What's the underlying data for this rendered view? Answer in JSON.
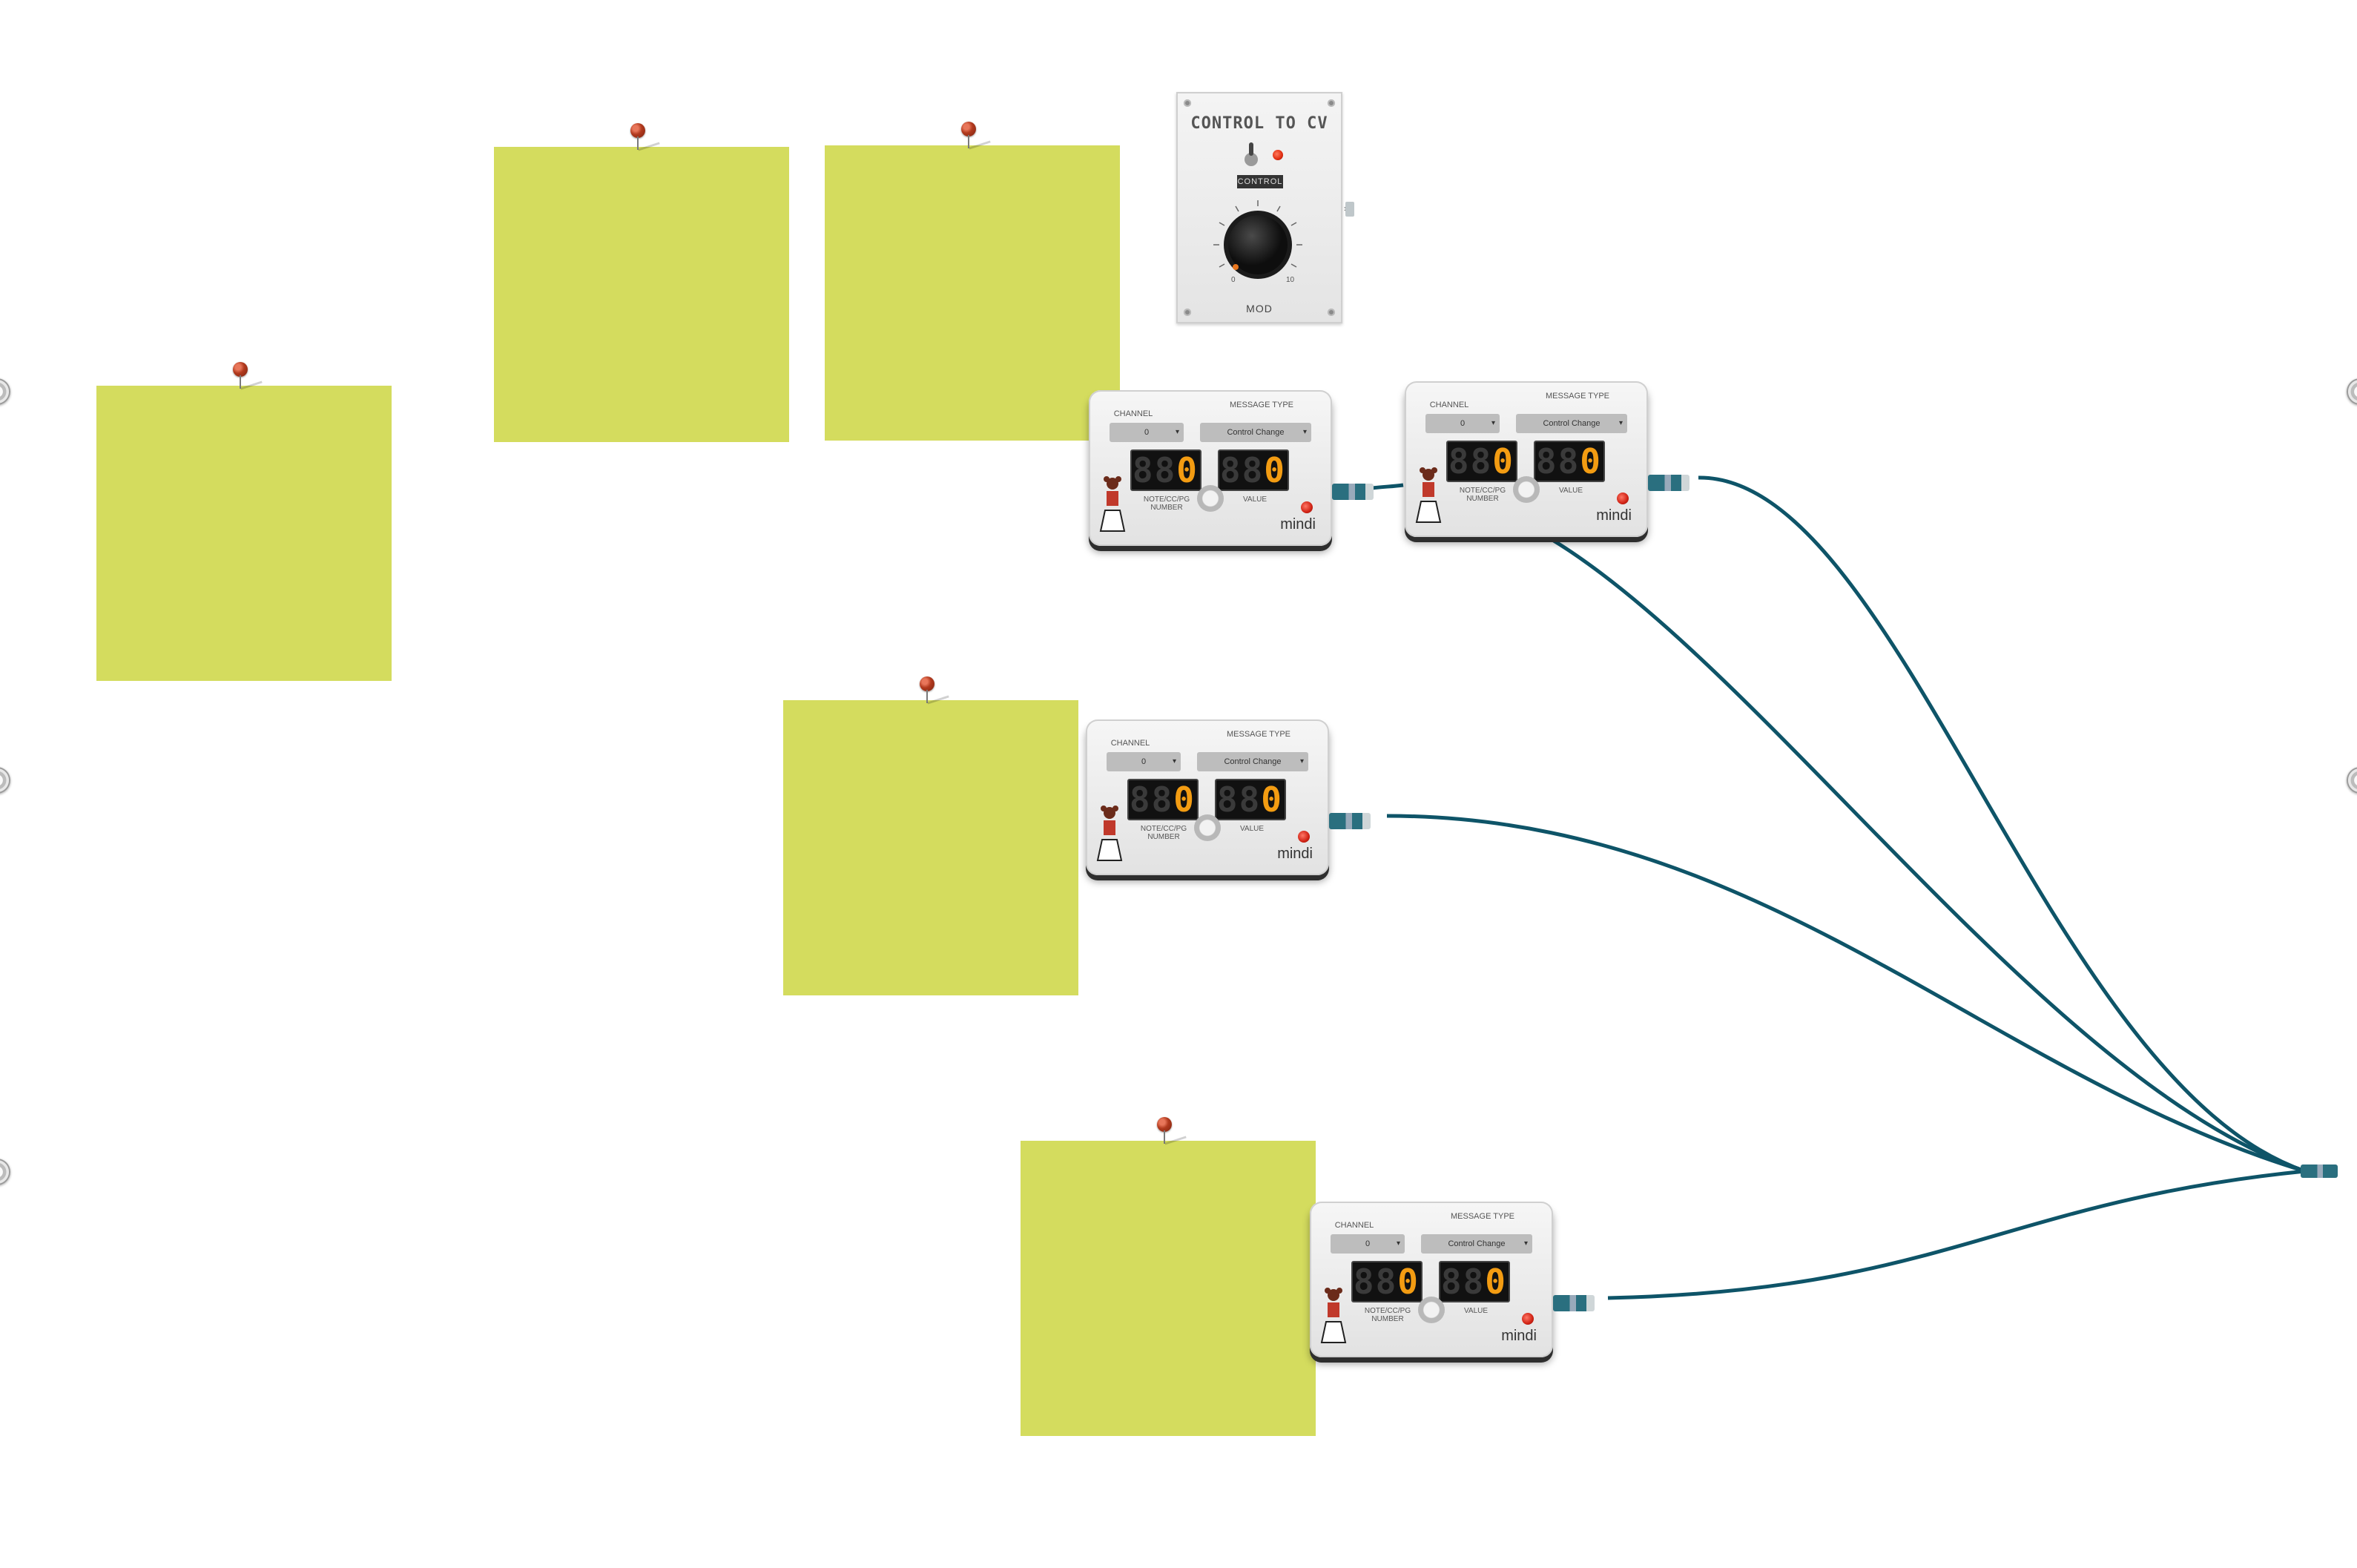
{
  "colors": {
    "background": "#ffffff",
    "note": "#d4dc5e",
    "cable": "#0e5468",
    "display_digit": "#f39c12",
    "led": "#d02214"
  },
  "edge_ports": {
    "left": [
      {
        "icon": "port-connector-icon"
      },
      {
        "icon": "port-connector-icon"
      },
      {
        "icon": "port-connector-icon"
      }
    ],
    "right": [
      {
        "icon": "port-connector-icon"
      },
      {
        "icon": "port-connector-icon"
      }
    ]
  },
  "notes": [
    {
      "text": ""
    },
    {
      "text": ""
    },
    {
      "text": ""
    },
    {
      "text": ""
    },
    {
      "text": ""
    }
  ],
  "mindi_modules": [
    {
      "channel_label": "CHANNEL",
      "channel_value": "0",
      "message_type_label": "MESSAGE TYPE",
      "message_type_value": "Control Change",
      "number_display": "0",
      "value_display": "0",
      "number_label": "NOTE/CC/PG NUMBER",
      "value_label": "VALUE",
      "brand": "mindi"
    },
    {
      "channel_label": "CHANNEL",
      "channel_value": "0",
      "message_type_label": "MESSAGE TYPE",
      "message_type_value": "Control Change",
      "number_display": "0",
      "value_display": "0",
      "number_label": "NOTE/CC/PG NUMBER",
      "value_label": "VALUE",
      "brand": "mindi"
    },
    {
      "channel_label": "CHANNEL",
      "channel_value": "0",
      "message_type_label": "MESSAGE TYPE",
      "message_type_value": "Control Change",
      "number_display": "0",
      "value_display": "0",
      "number_label": "NOTE/CC/PG NUMBER",
      "value_label": "VALUE",
      "brand": "mindi"
    },
    {
      "channel_label": "CHANNEL",
      "channel_value": "0",
      "message_type_label": "MESSAGE TYPE",
      "message_type_value": "Control Change",
      "number_display": "0",
      "value_display": "0",
      "number_label": "NOTE/CC/PG NUMBER",
      "value_label": "VALUE",
      "brand": "mindi"
    }
  ],
  "control_to_cv": {
    "title": "CONTROL TO CV",
    "toggle_label": "CONTROL",
    "scale_min": "0",
    "scale_max": "10",
    "brand": "MOD",
    "output_arrows": "›››",
    "knob_level": 0
  }
}
